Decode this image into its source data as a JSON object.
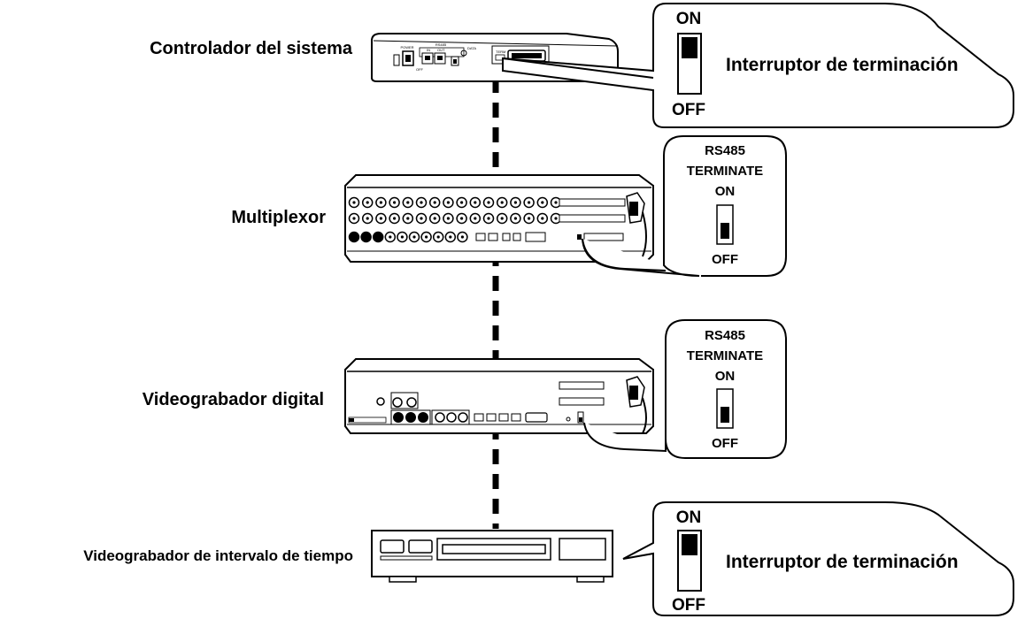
{
  "devices": {
    "controller": {
      "label": "Controlador del sistema"
    },
    "multiplexer": {
      "label": "Multiplexor"
    },
    "dvr": {
      "label": "Videograbador digital"
    },
    "vcr": {
      "label": "Videograbador de intervalo de tiempo"
    }
  },
  "callouts": {
    "controller_switch": {
      "on": "ON",
      "off": "OFF",
      "title": "Interruptor de terminación"
    },
    "multiplexer_switch": {
      "line1": "RS485",
      "line2": "TERMINATE",
      "on": "ON",
      "off": "OFF"
    },
    "dvr_switch": {
      "line1": "RS485",
      "line2": "TERMINATE",
      "on": "ON",
      "off": "OFF"
    },
    "vcr_switch": {
      "on": "ON",
      "off": "OFF",
      "title": "Interruptor de terminación"
    }
  },
  "panel_marks": {
    "power": "POWER",
    "off": "OFF",
    "rs485": "RS485",
    "in": "IN",
    "out": "OUT",
    "data": "DATA",
    "term": "TERM"
  }
}
